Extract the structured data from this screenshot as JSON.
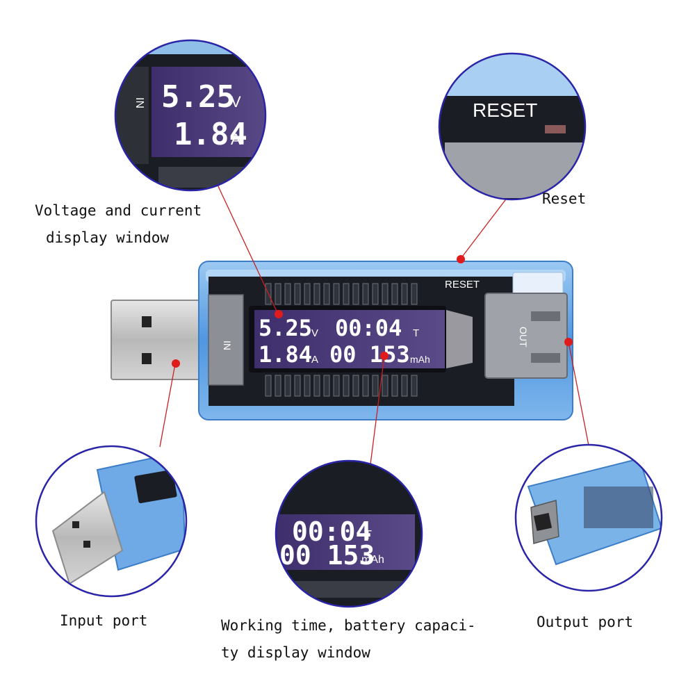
{
  "display": {
    "voltage": "5.25",
    "voltage_unit": "V",
    "current": "1.84",
    "current_unit": "A",
    "time": "00:04",
    "time_unit": "T",
    "capacity": "00 153",
    "capacity_unit": "mAh"
  },
  "board_labels": {
    "reset": "RESET",
    "in": "IN",
    "out": "OUT"
  },
  "callouts": {
    "voltage_current": [
      "Voltage and current",
      "display window"
    ],
    "reset": "Reset",
    "input_port": "Input port",
    "time_capacity": [
      "Working time, battery capaci-",
      "ty display window"
    ],
    "output_port": "Output port"
  },
  "colors": {
    "callout_line": "#cc1f1f",
    "callout_dot": "#e01b1b",
    "circle_border": "#2a24a8",
    "case_blue": "#5fa6e8",
    "lcd_bg": "#4a3a78"
  }
}
